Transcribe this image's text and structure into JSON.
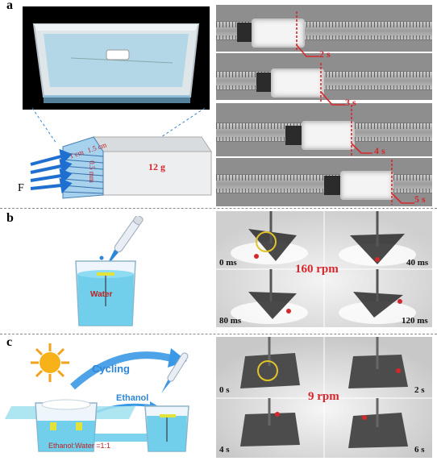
{
  "panels": {
    "a": {
      "label": "a",
      "diagram": {
        "force": "F",
        "dim_1": "1 cm",
        "dim_2": "1.5 cm",
        "dim_3": "0.5 mm",
        "mass": "12 g"
      },
      "frames": [
        "2 s",
        "3 s",
        "4 s",
        "5 s"
      ]
    },
    "b": {
      "label": "b",
      "liquid": "Water",
      "speed": "160 rpm",
      "frames": [
        "0 ms",
        "40 ms",
        "80 ms",
        "120 ms"
      ]
    },
    "c": {
      "label": "c",
      "cycling": "Cycling",
      "solvent": "Ethanol",
      "ratio": "Ethanol:Water =1:1",
      "speed": "9 rpm",
      "frames": [
        "0 s",
        "2 s",
        "4 s",
        "6 s"
      ]
    }
  },
  "colors": {
    "accent_red": "#d8262c",
    "water_blue": "#5cc8e8",
    "arrow_blue": "#2e86d6"
  }
}
